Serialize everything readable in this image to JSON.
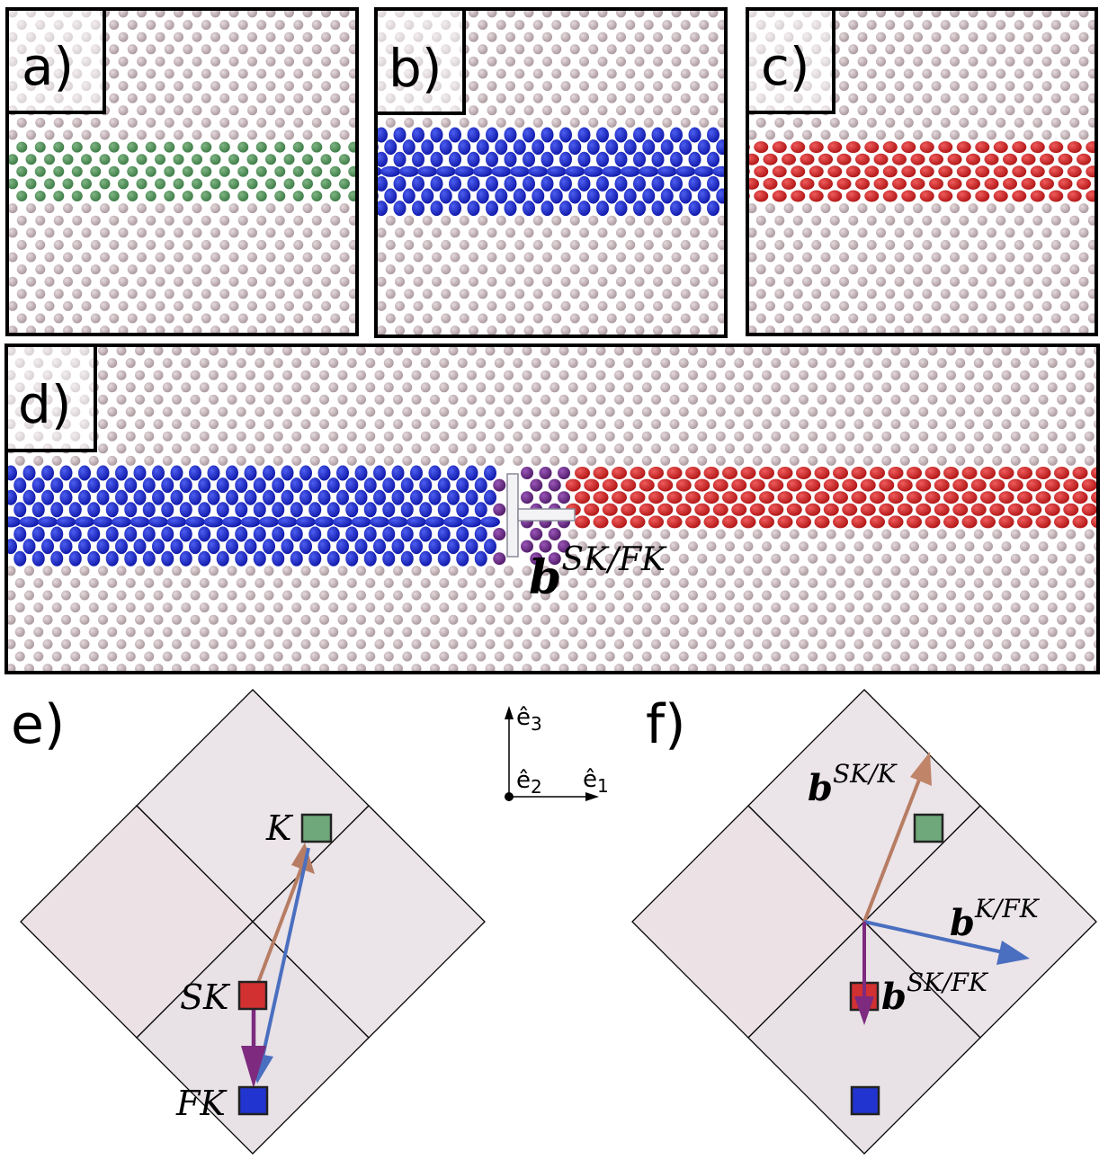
{
  "panels": {
    "a": {
      "label": "a)"
    },
    "b": {
      "label": "b)"
    },
    "c": {
      "label": "c)"
    },
    "d": {
      "label": "d)",
      "burgers": {
        "base": "b",
        "sup": "SK/FK"
      }
    },
    "e": {
      "label": "e)",
      "points": {
        "K": "K",
        "SK": "SK",
        "FK": "FK"
      }
    },
    "f": {
      "label": "f)",
      "vectors": {
        "sk_k": {
          "base": "b",
          "sup": "SK/K"
        },
        "k_fk": {
          "base": "b",
          "sup": "K/FK"
        },
        "sk_fk": {
          "base": "b",
          "sup": "SK/FK"
        }
      }
    }
  },
  "axes": {
    "e1": {
      "base": "ê",
      "sub": "1"
    },
    "e2": {
      "base": "ê",
      "sub": "2"
    },
    "e3": {
      "base": "ê",
      "sub": "3"
    }
  },
  "colors": {
    "lattice": "#b7a7ab",
    "green": "#4e8c55",
    "blue": "#1c27c6",
    "red": "#d52323",
    "purple": "#6a2a86",
    "brown_arrow": "#b77d64",
    "blue_arrow": "#4a6fc0",
    "purple_arrow": "#7d2a7f",
    "tile": "#ebe4e8",
    "tile_left": "#ece1e5"
  }
}
